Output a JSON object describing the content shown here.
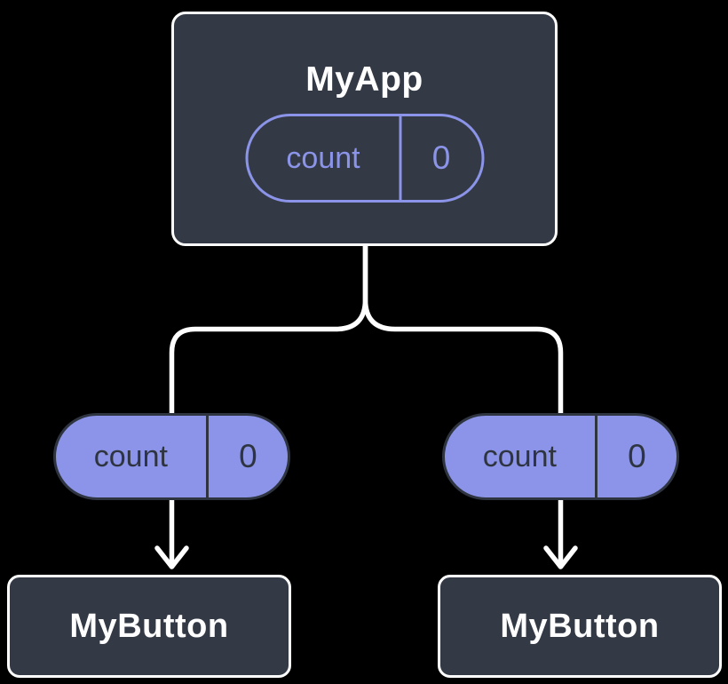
{
  "diagram": {
    "root": {
      "title": "MyApp",
      "state": {
        "name": "count",
        "value": "0"
      }
    },
    "children": [
      {
        "title": "MyButton",
        "prop": {
          "name": "count",
          "value": "0"
        }
      },
      {
        "title": "MyButton",
        "prop": {
          "name": "count",
          "value": "0"
        }
      }
    ]
  },
  "colors": {
    "background": "#000000",
    "node_fill": "#333A46",
    "node_border": "#FFFFFF",
    "accent_purple": "#8B94E8",
    "text_light": "#FFFFFF",
    "text_dark": "#2F3540",
    "connector": "#FFFFFF"
  }
}
